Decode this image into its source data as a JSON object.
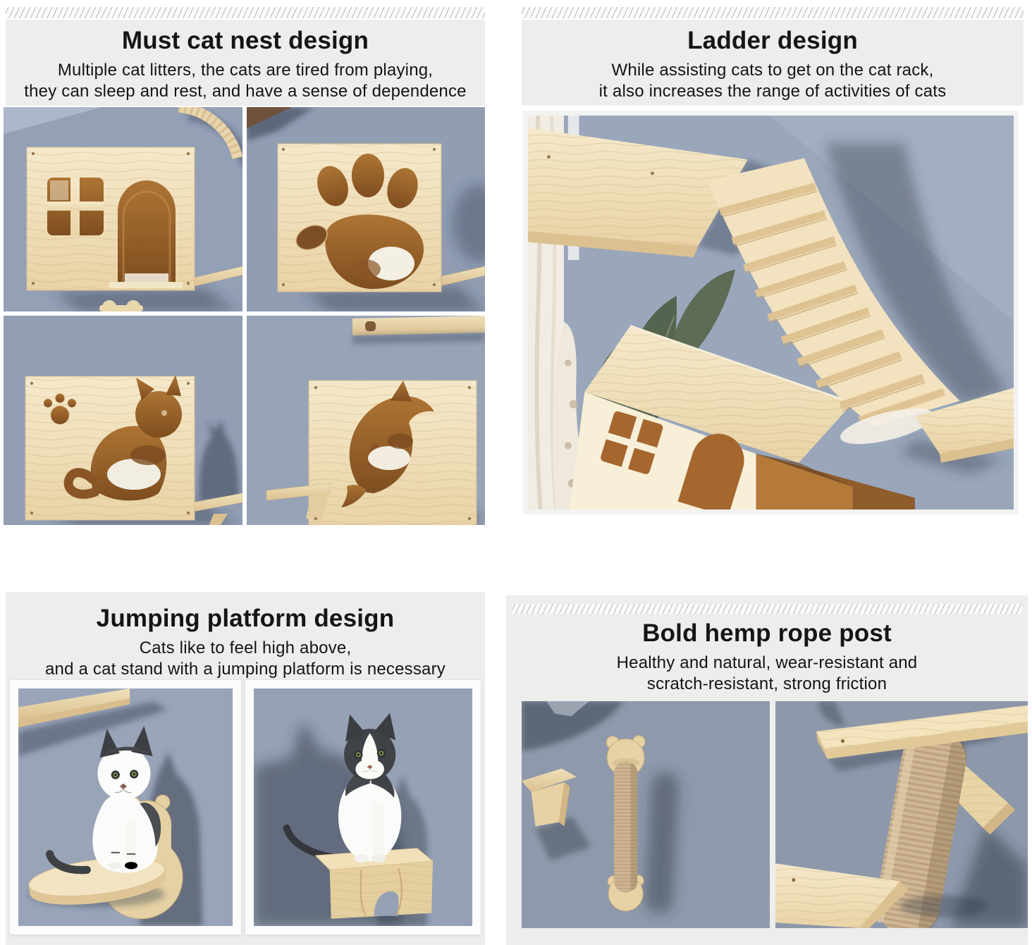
{
  "page": {
    "background": "#ffffff",
    "panel_gray": "#ededec",
    "text_color": "#151515"
  },
  "colors": {
    "wall_blue_gray": "#93a0b6",
    "wood_light": "#f4e8ca",
    "wood_mid": "#e9d3a6",
    "cutout_amber": "#a9702f",
    "cutout_dark": "#7c4b1f",
    "hemp_rope": "#cdb492",
    "shadow_slate": "rgba(47,55,72,0.45)",
    "leaf_green": "#55644e"
  },
  "sections": [
    {
      "id": "cat-nest",
      "title": "Must cat nest design",
      "sub1": "Multiple cat litters, the cats are tired from playing,",
      "sub2": "they can sleep and rest, and have a sense of dependence",
      "photos": [
        "cat-house-window-door",
        "cat-house-paw-cutout",
        "cat-house-cat-silhouette",
        "cat-house-dolphin-cutout"
      ]
    },
    {
      "id": "ladder",
      "title": "Ladder design",
      "sub1": "While assisting cats to get on the cat rack,",
      "sub2": "it also increases the range of activities of cats",
      "photos": [
        "wooden-ladder-bridge"
      ]
    },
    {
      "id": "jumping-platform",
      "title": "Jumping platform design",
      "sub1": "Cats like to feel high above,",
      "sub2": "and a cat stand with a jumping platform is necessary",
      "photos": [
        "kitten-on-round-platform",
        "kitten-on-step-platform"
      ]
    },
    {
      "id": "hemp-rope",
      "title": "Bold hemp rope post",
      "sub1": "Healthy and natural, wear-resistant and",
      "sub2": "scratch-resistant, strong friction",
      "photos": [
        "hemp-rope-post-on-wall",
        "hemp-rope-post-closeup"
      ]
    }
  ]
}
